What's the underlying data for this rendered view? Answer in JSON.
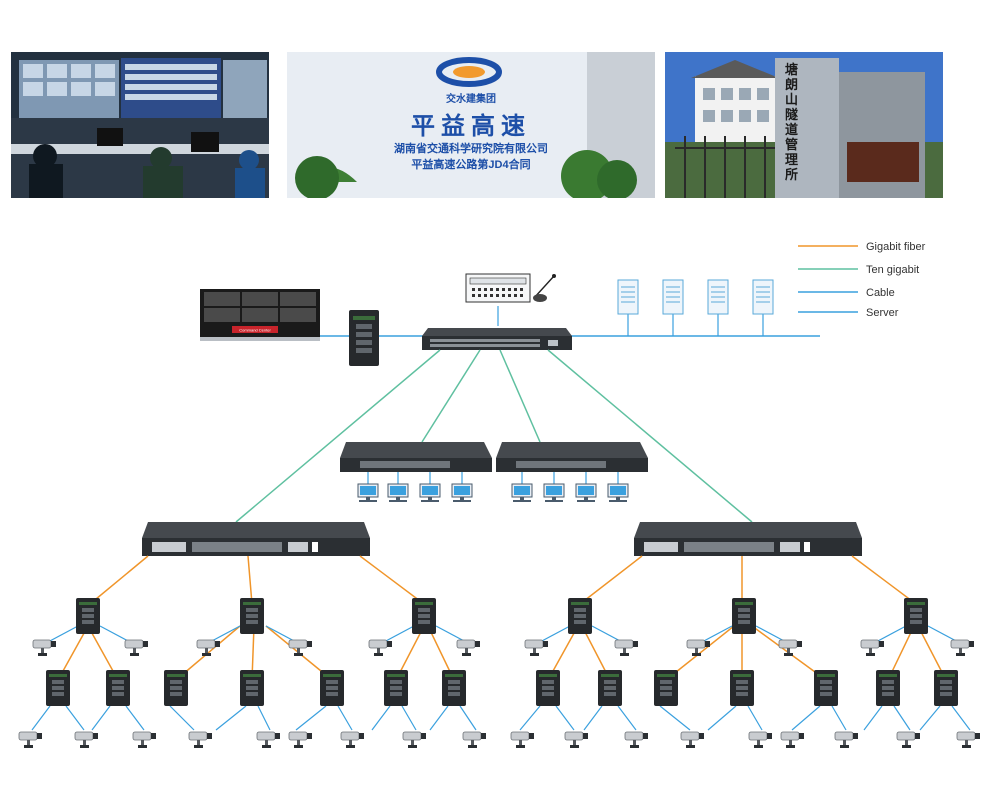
{
  "colors": {
    "gigabit_fiber": "#f0952a",
    "ten_gigabit": "#5fc0a0",
    "cable": "#3aa0de",
    "server": "#3aa0de",
    "switch_body": "#2b2f33"
  },
  "legend": [
    {
      "label": "Gigabit fiber",
      "color": "#f0952a"
    },
    {
      "label": "Ten gigabit",
      "color": "#5fc0a0"
    },
    {
      "label": "Cable",
      "color": "#3aa0de"
    },
    {
      "label": "Server",
      "color": "#3aa0de"
    }
  ],
  "photos": {
    "signboard": {
      "company": "交水建集团",
      "headline": "平益高速",
      "line1": "湖南省交通科学研究院有限公司",
      "line2": "平益高速公路第JD4合同"
    },
    "building_sign": "塘朗山隧道管理所"
  },
  "devices": {
    "video_wall_label": "Command Center"
  }
}
